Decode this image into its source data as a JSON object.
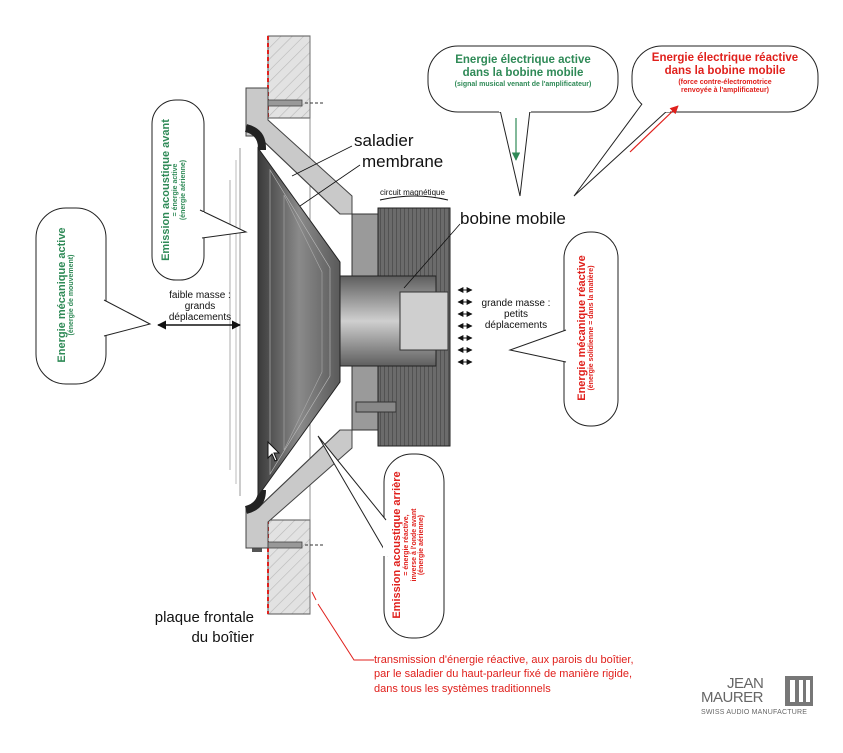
{
  "labels": {
    "saladier": "saladier",
    "membrane": "membrane",
    "bobine_mobile": "bobine mobile",
    "circuit_magnetique": "circuit magnétique",
    "faible_masse": [
      "faible masse :",
      "grands",
      "déplacements"
    ],
    "grande_masse": [
      "grande masse :",
      "petits",
      "déplacements"
    ],
    "plaque_frontale": [
      "plaque frontale",
      "du boîtier"
    ]
  },
  "bubbles": {
    "electrique_active": {
      "title": [
        "Energie électrique active",
        "dans la bobine mobile"
      ],
      "sub": "(signal musical venant de l'amplificateur)"
    },
    "electrique_reactive": {
      "title": [
        "Energie électrique réactive",
        "dans la bobine mobile"
      ],
      "sub": [
        "(force contre-électromotrice",
        "renvoyée à l'amplificateur)"
      ]
    },
    "emission_avant": {
      "title": "Emission acoustique avant",
      "sub": [
        "= énergie active",
        "(énergie aérienne)"
      ]
    },
    "mecanique_active": {
      "title": "Energie mécanique active",
      "sub": "(énergie de mouvement)"
    },
    "mecanique_reactive": {
      "title": "Energie mécanique réactive",
      "sub": "(énergie solidienne = dans la matière)"
    },
    "emission_arriere": {
      "title": "Emission acoustique arrière",
      "sub": [
        "= énergie réactive,",
        "inverse à l'onde avant",
        "(énergie aérienne)"
      ]
    }
  },
  "transmission_note": [
    "transmission d'énergie réactive, aux parois du boîtier,",
    "par le saladier du haut-parleur fixé de manière rigide,",
    "dans tous les systèmes traditionnels"
  ],
  "logo": {
    "line1": "JEAN",
    "line2": "MAURER",
    "tagline": "SWISS AUDIO MANUFACTURE"
  },
  "colors": {
    "green": "#2f8a57",
    "red": "#e0201c",
    "wall": "#d8d8d8",
    "metal": "#8a8a8a",
    "cone": "#555555"
  }
}
